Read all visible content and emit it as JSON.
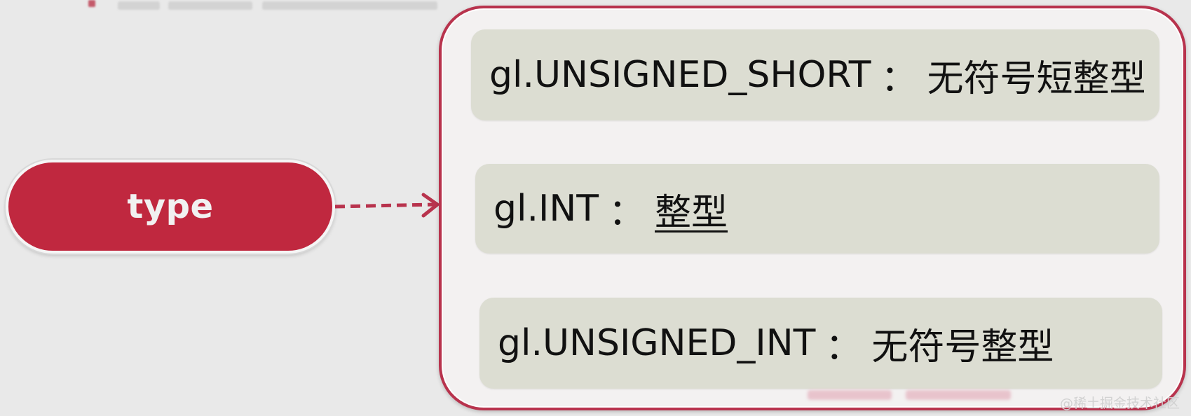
{
  "diagram": {
    "source_node": {
      "label": "type"
    },
    "options": [
      {
        "constant": "gl.UNSIGNED_SHORT",
        "separator": "：",
        "description": "无符号短整型"
      },
      {
        "constant": "gl.INT",
        "separator": "：",
        "description": "整型"
      },
      {
        "constant": "gl.UNSIGNED_INT",
        "separator": "：",
        "description": "无符号整型"
      }
    ],
    "colors": {
      "node_fill": "#c0283f",
      "panel_border": "#b8334d",
      "option_fill": "#dcddd2",
      "connector": "#b8334d"
    }
  },
  "watermark": "@稀土掘金技术社区"
}
